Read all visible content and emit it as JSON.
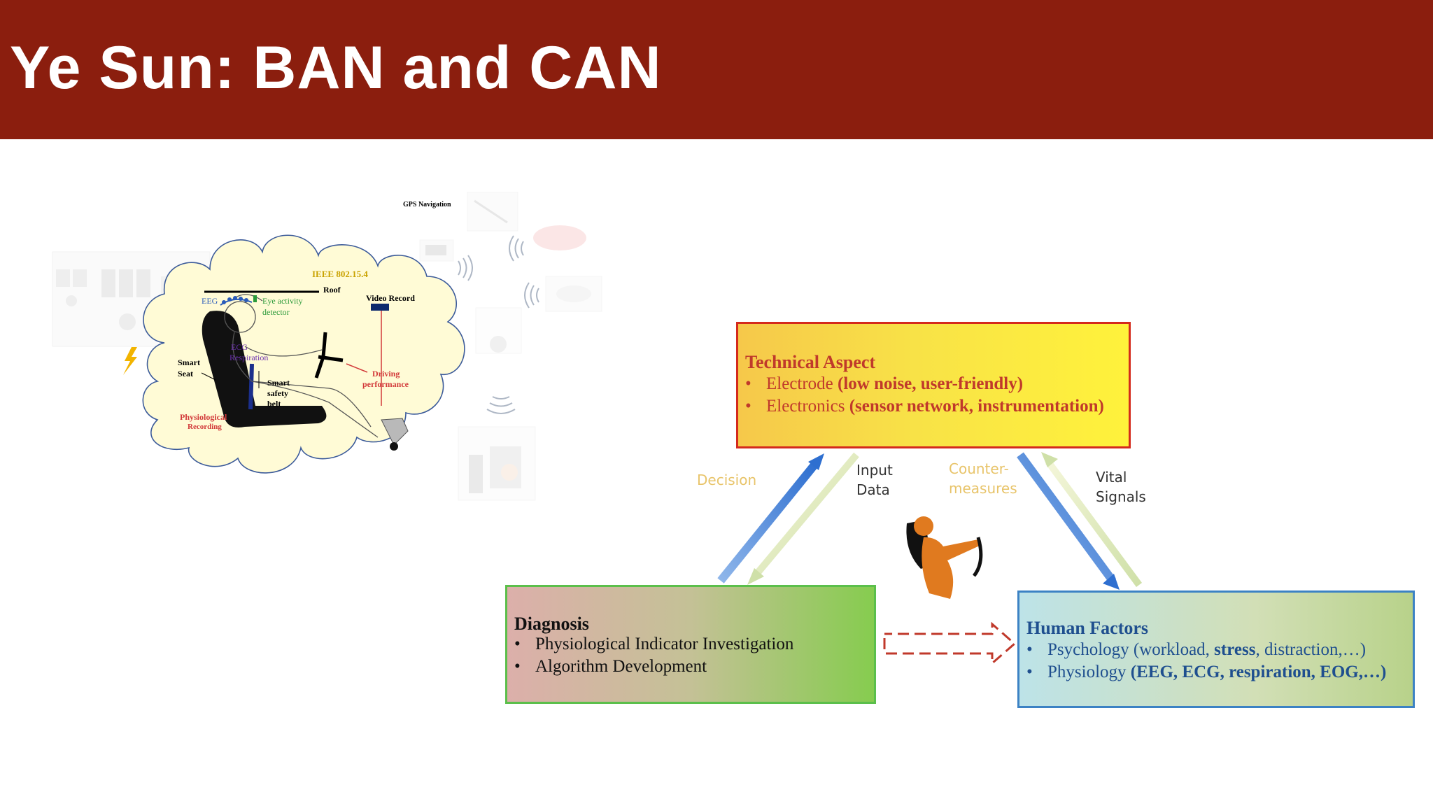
{
  "slide": {
    "title": "Ye Sun: BAN and CAN"
  },
  "illustration": {
    "gps_label": "GPS Navigation",
    "ieee_label": "IEEE 802.15.4",
    "roof_label": "Roof",
    "eeg_label": "EEG",
    "eye_activity_label": "Eye activity",
    "detector_label": "detector",
    "video_record_label": "Video Record",
    "ecg_label": "ECG",
    "respiration_label": "Respiration",
    "smart_label": "Smart",
    "seat_label": "Seat",
    "smart_safety_label": "Smart",
    "safety_label": "safety",
    "belt_label": "belt",
    "driving_label": "Driving",
    "performance_label": "performance",
    "physiological_label": "Physiological",
    "recording_label": "Recording"
  },
  "diagram": {
    "technical": {
      "title": "Technical Aspect",
      "item1_plain": "Electrode ",
      "item1_bold": "(low noise, user-friendly)",
      "item2_plain": "Electronics ",
      "item2_bold": "(sensor network, instrumentation)"
    },
    "diagnosis": {
      "title": "Diagnosis",
      "item1": "Physiological Indicator Investigation",
      "item2": "Algorithm Development"
    },
    "human": {
      "title": "Human Factors",
      "item1_a": "Psychology (workload, ",
      "item1_b": "stress",
      "item1_c": ", distraction,…)",
      "item2_a": "Physiology ",
      "item2_b": "(EEG, ECG, respiration, EOG,…)"
    },
    "edges": {
      "decision": "Decision",
      "input_line1": "Input",
      "input_line2": "Data",
      "counter_line1": "Counter-",
      "counter_line2": "measures",
      "vital_line1": "Vital",
      "vital_line2": "Signals"
    }
  },
  "colors": {
    "title_bar": "#8b1e0e",
    "tech_title": "#c0392b",
    "tech_text": "#c0392b",
    "diag_text": "#111111",
    "human_text": "#1f4f8f",
    "decision": "#e8c46a",
    "countermeasures": "#e8c46a"
  }
}
